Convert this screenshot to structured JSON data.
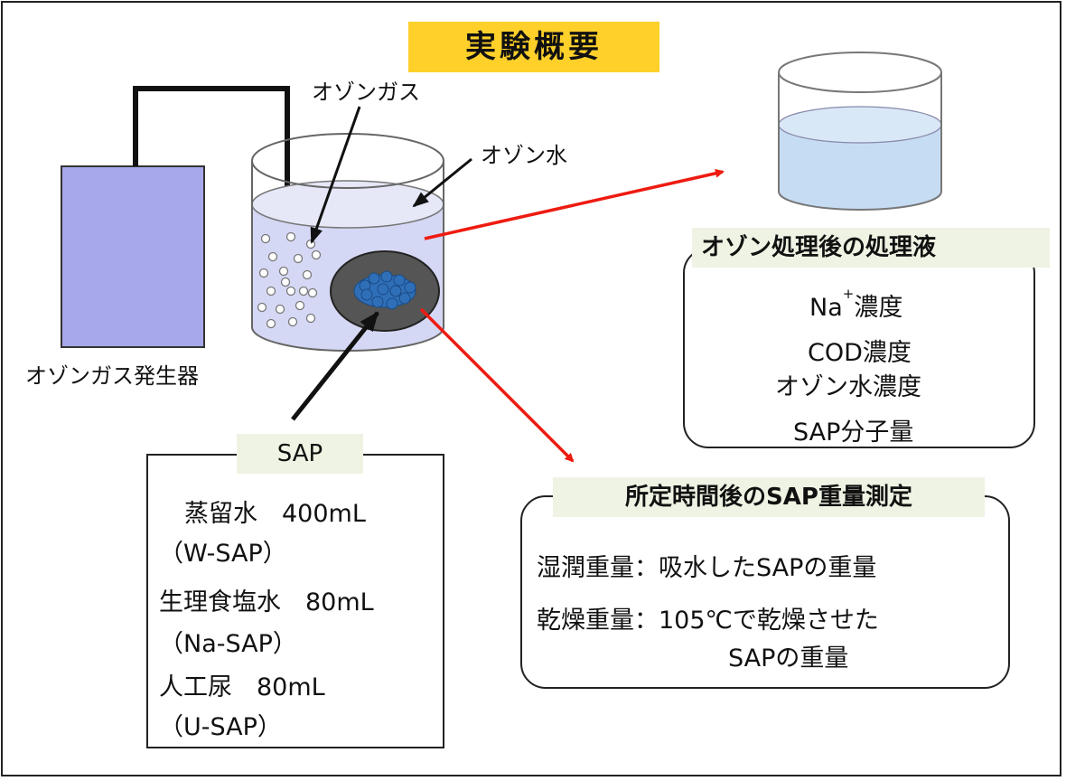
{
  "title": "実験概要",
  "labels": {
    "generator": "オゾンガス発生器",
    "ozone_gas": "オゾンガス",
    "ozone_water": "オゾン水"
  },
  "sap_box": {
    "header": "SAP",
    "lines": [
      "蒸留水　400mL",
      "（W-SAP）",
      "生理食塩水　80mL",
      "（Na-SAP）",
      "人工尿　80mL",
      "（U-SAP）"
    ]
  },
  "treated_box": {
    "header": "オゾン処理後の処理液",
    "na_prefix": "Na",
    "na_sup": "+",
    "na_suffix": "濃度",
    "lines": [
      "COD濃度",
      "オゾン水濃度",
      "SAP分子量"
    ]
  },
  "weight_box": {
    "header": "所定時間後のSAP重量測定",
    "lines": [
      "湿潤重量：吸水したSAPの重量",
      "乾燥重量：105℃で乾燥させた",
      "SAPの重量"
    ]
  },
  "colors": {
    "title_bg": "#ffd02a",
    "generator": "#a7a8ec",
    "water": "#d5d8f4",
    "beaker_liquid": "#c6dcf2",
    "header_bg": "#eef3e3",
    "sap_dish": "#555555",
    "sap_granules": "#2f6fb8",
    "arrow_red": "#ee1b10"
  }
}
